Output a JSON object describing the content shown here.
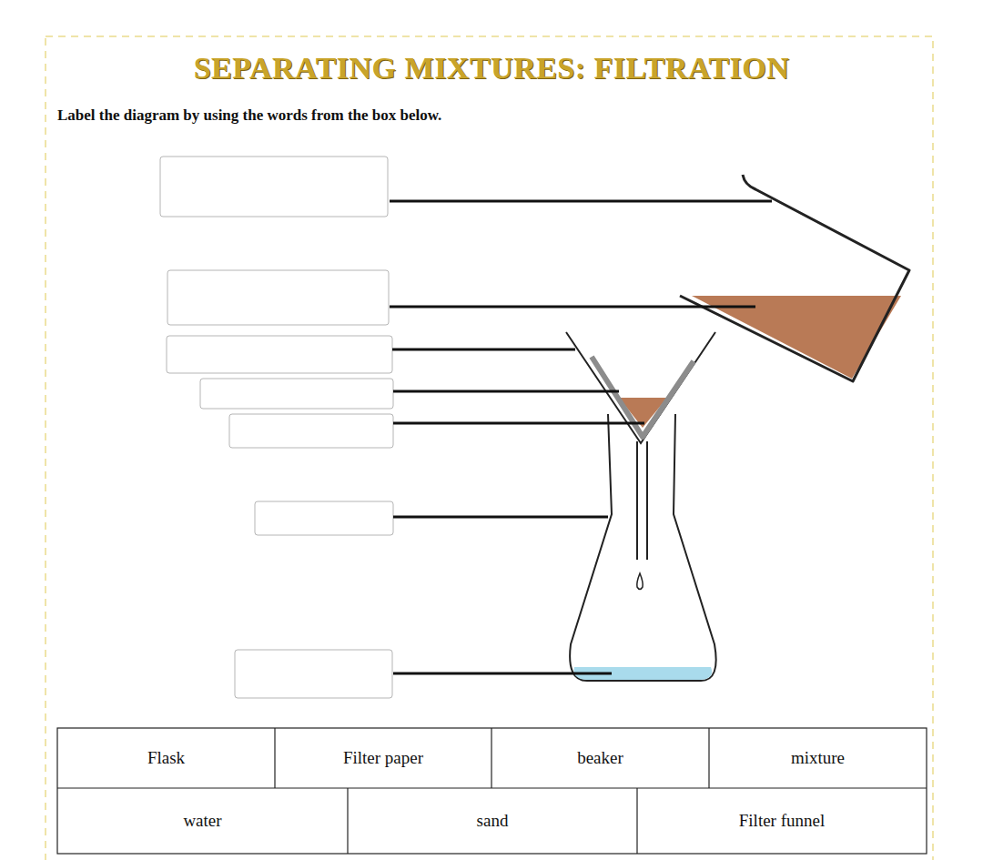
{
  "diagram": {
    "title": "SEPARATING MIXTURES: FILTRATION",
    "labels": [
      "Label the diagram by using the words from the box below.",
      "Flask",
      "Filter paper",
      "beaker",
      "mixture",
      "water",
      "sand",
      "Filter funnel"
    ]
  }
}
